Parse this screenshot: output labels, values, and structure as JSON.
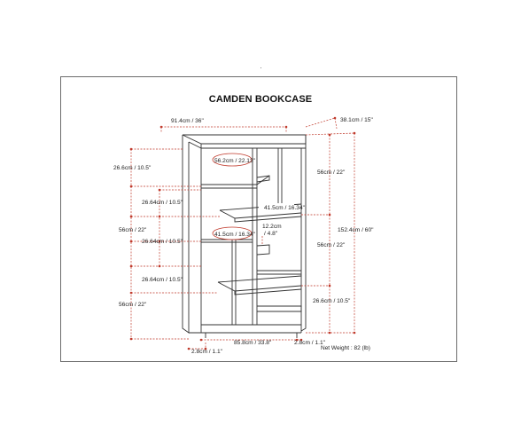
{
  "title": "CAMDEN BOOKCASE",
  "net_weight": "Net Weight : 82 (lb)",
  "dimensions": {
    "top_width": "91.4cm / 36\"",
    "depth": "38.1cm / 15\"",
    "overall_height": "152.4cm / 60\"",
    "top_gap": "26.6cm / 10.5\"",
    "left_gap_1": "26.64cm / 10.5\"",
    "left_mid_1": "56cm / 22\"",
    "left_gap_2": "26.64cm / 10.5\"",
    "left_gap_3": "26.64cm / 10.5\"",
    "left_bottom": "56cm / 22\"",
    "right_top": "56cm / 22\"",
    "right_mid": "56cm / 22\"",
    "right_bottom": "26.6cm / 10.5\"",
    "upper_shelf": "56.2cm / 22.13\"",
    "mid_shelf_right": "41.5cm / 16.34\"",
    "mid_shelf_left": "41.5cm / 16.34\"",
    "shelf_depth_a": "12.2cm",
    "shelf_depth_b": "/ 4.8\"",
    "inner_width": "85.8cm / 33.8\"",
    "leg_left": "2.8cm / 1.1\"",
    "leg_right": "2.8cm / 1.1\""
  },
  "colors": {
    "dimension_line": "#c0392b",
    "furniture_line": "#333333",
    "frame": "#6b6b6b"
  }
}
